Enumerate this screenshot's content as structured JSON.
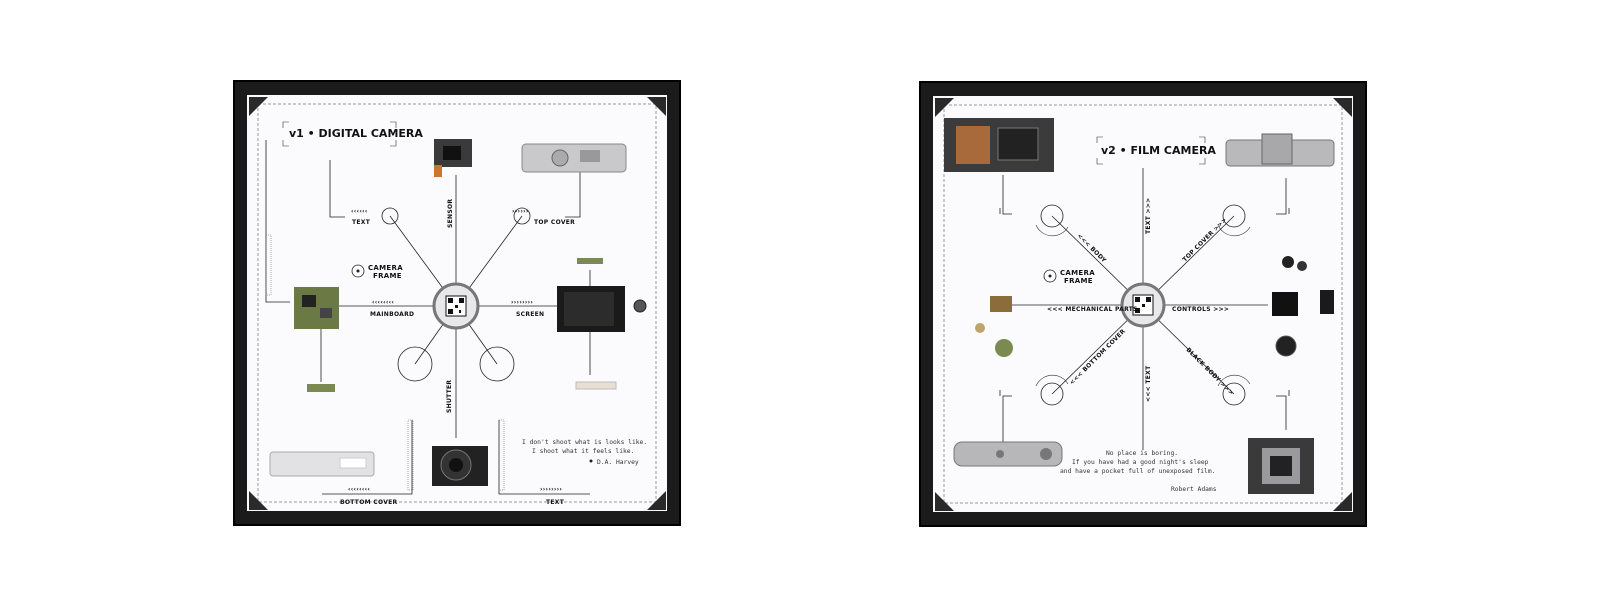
{
  "left_frame": {
    "title": "v1 • DIGITAL CAMERA",
    "center_label": "CAMERA\nFRAME",
    "center_label_line1": "CAMERA",
    "center_label_line2": "FRAME",
    "labels": {
      "text_top": "TEXT",
      "sensor": "SENSOR",
      "top_cover": "TOP COVER",
      "mainboard": "MAINBOARD",
      "screen": "SCREEN",
      "shutter": "SHUTTER",
      "bottom_cover": "BOTTOM COVER",
      "text_bottom": "TEXT"
    },
    "quote_line1": "I don't shoot what is looks like.",
    "quote_line2": "I shoot what it feels like.",
    "quote_author": "D.A. Harvey"
  },
  "right_frame": {
    "title": "v2 • FILM CAMERA",
    "center_label_line1": "CAMERA",
    "center_label_line2": "FRAME",
    "labels": {
      "body": "<<< BODY",
      "text_top": "TEXT >>>",
      "top_cover": "TOP COVER >>>",
      "mechanical_parts": "<<< MECHANICAL PARTS",
      "controls": "CONTROLS >>>",
      "bottom_cover": "<<< BOTTOM COVER",
      "text_bottom": "<<< TEXT",
      "black_body": "BLACK BODY >>>"
    },
    "quote_line1": "No place is boring.",
    "quote_line2": "If you have had a good night's sleep",
    "quote_line3": "and have a pocket full of unexposed film.",
    "quote_author": "Robert Adams"
  },
  "colors": {
    "frame": "#1b1b1b",
    "board": "#fbfbfd",
    "lines": "#222222"
  }
}
